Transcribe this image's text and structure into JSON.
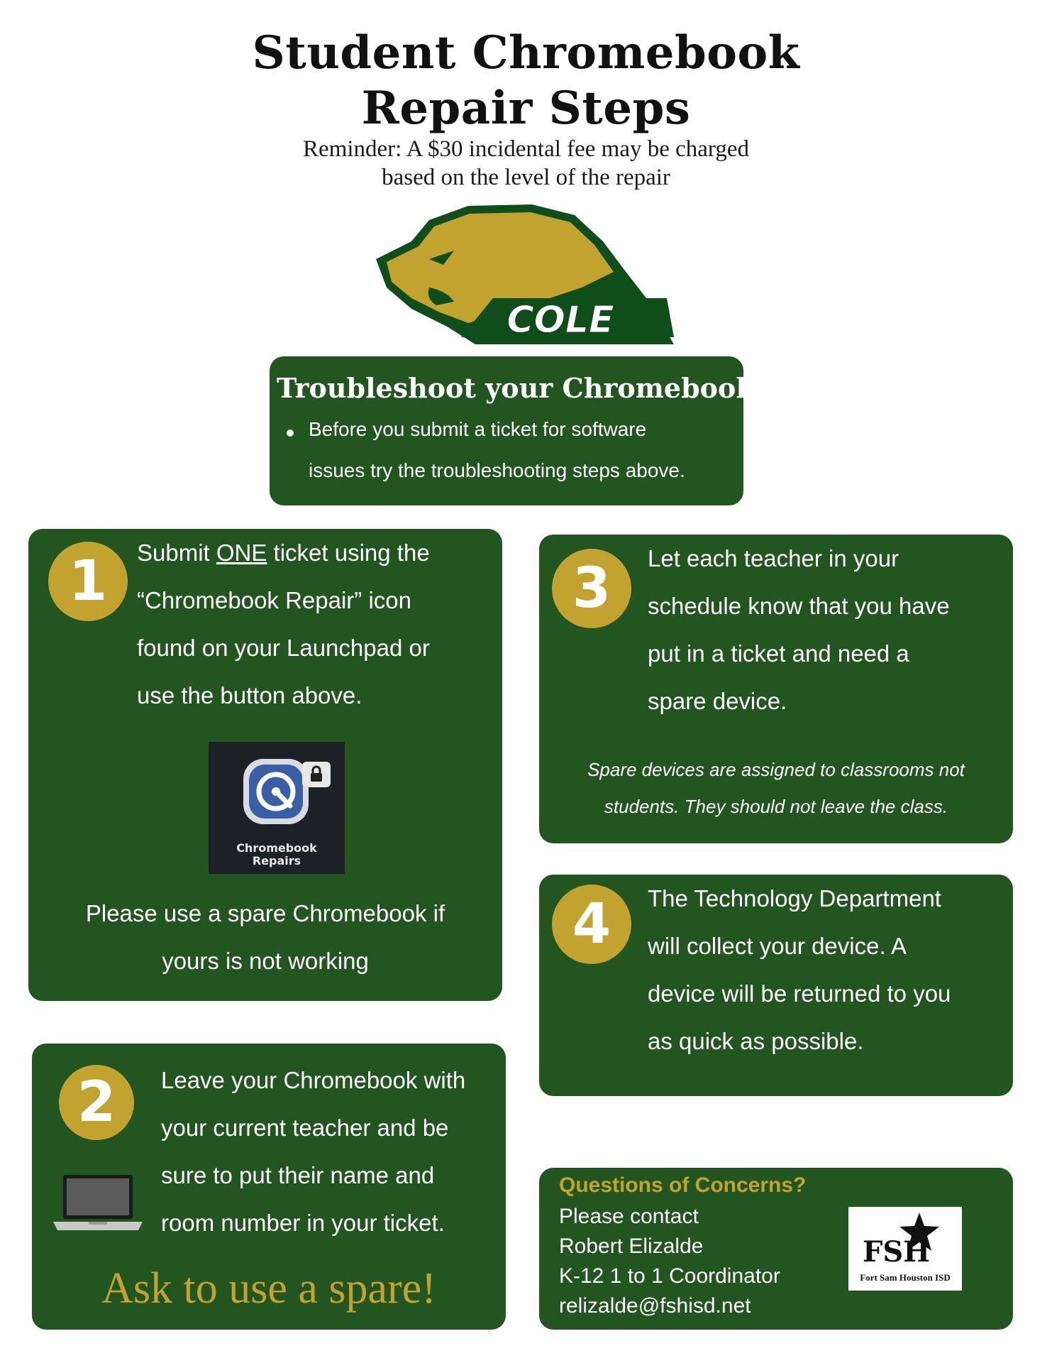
{
  "header": {
    "title_line1": "Student Chromebook",
    "title_line2": "Repair Steps",
    "reminder_line1": "Reminder: A $30 incidental fee may be charged",
    "reminder_line2": "based on the level of the repair"
  },
  "mascot": {
    "lettering": "COLE",
    "colors": {
      "gold": "#c2a330",
      "green": "#0f4d1a"
    }
  },
  "troubleshoot": {
    "title": "Troubleshoot your Chromebook!",
    "bullet_line1": "Before you submit a ticket for software",
    "bullet_line2": "issues try the troubleshooting steps above."
  },
  "step1": {
    "number": "1",
    "line1_pre": "Submit ",
    "line1_emph": "ONE",
    "line1_post": " ticket using the",
    "line2": "“Chromebook Repair”  icon",
    "line3": "found on your Launchpad or",
    "line4": "use the button above.",
    "app_icon_label_line1": "Chromebook",
    "app_icon_label_line2": "Repairs",
    "spare_line1": "Please use a spare Chromebook if",
    "spare_line2": "yours is not working"
  },
  "step2": {
    "number": "2",
    "line1": "Leave your Chromebook with",
    "line2": "your current teacher and be",
    "line3": "sure to put their name and",
    "line4": "room number in your ticket.",
    "cta": "Ask to use a spare!"
  },
  "step3": {
    "number": "3",
    "line1": "Let each teacher in your",
    "line2": "schedule know that you have",
    "line3": "put in a ticket and need a",
    "line4": "spare device.",
    "note_line1": "Spare devices are assigned to classrooms not",
    "note_line2": "students. They should not leave the class."
  },
  "step4": {
    "number": "4",
    "line1": "The Technology Department",
    "line2": "will collect your device. A",
    "line3": "device will be returned to you",
    "line4": "as quick as possible."
  },
  "contact": {
    "heading": "Questions of Concerns?",
    "line1": "Please contact",
    "line2": "Robert Elizalde",
    "line3": "K-12 1 to 1 Coordinator",
    "line4": "relizalde@fshisd.net",
    "logo_letters": "FSH",
    "logo_caption": "Fort Sam Houston ISD"
  },
  "colors": {
    "card_green": "#235520",
    "gold": "#c2a330"
  }
}
